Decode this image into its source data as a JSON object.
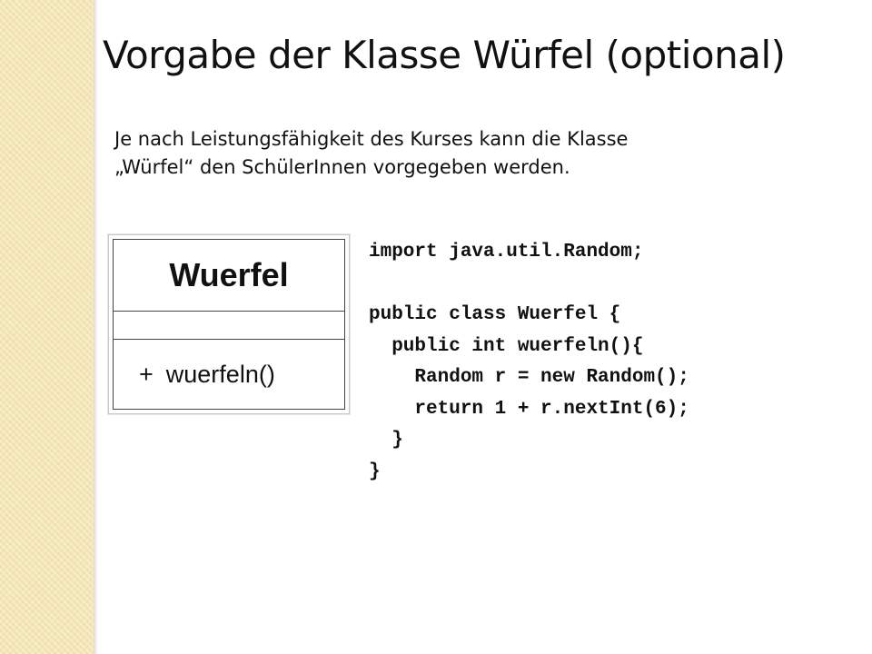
{
  "slide": {
    "title": "Vorgabe der Klasse Würfel (optional)",
    "intro_lines": [
      "Je nach Leistungsfähigkeit des Kurses kann die Klasse",
      "„Würfel“ den SchülerInnen vorgegeben werden."
    ]
  },
  "uml": {
    "class_name": "Wuerfel",
    "method_visibility": "+",
    "method": "wuerfeln()"
  },
  "code": {
    "lines": [
      "import java.util.Random;",
      "",
      "public class Wuerfel {",
      "  public int wuerfeln(){",
      "    Random r = new Random();",
      "    return 1 + r.nextInt(6);",
      "  }",
      "}"
    ]
  },
  "colors": {
    "side_strip": "#f3e5b4",
    "text": "#111111"
  }
}
